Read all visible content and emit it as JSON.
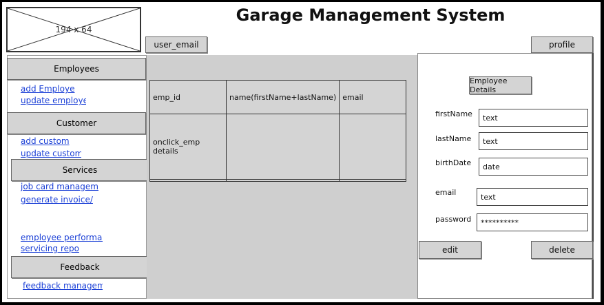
{
  "app": {
    "title": "Garage Management System",
    "logo_placeholder": "194 x 64"
  },
  "header": {
    "user_email": "user_email",
    "profile": "profile"
  },
  "sidebar": {
    "employees": {
      "label": "Employees",
      "links": [
        "add Employe",
        "update employe"
      ]
    },
    "customer": {
      "label": "Customer",
      "links": [
        "add custom",
        "update custom"
      ]
    },
    "services": {
      "label": "Services",
      "links": [
        "job card manageme",
        "generate invoice/",
        "employee performan",
        "servicing repo"
      ]
    },
    "feedback": {
      "label": "Feedback",
      "links": [
        "feedback managem"
      ]
    }
  },
  "table": {
    "headers": [
      "emp_id",
      "name(firstName+lastName)",
      "email"
    ],
    "row1": {
      "emp_id": "onclick_emp details"
    }
  },
  "details": {
    "title": "Employee Details",
    "first_name": {
      "label": "firstName",
      "value": "text"
    },
    "last_name": {
      "label": "lastName",
      "value": "text"
    },
    "birth_date": {
      "label": "birthDate",
      "value": "date"
    },
    "email": {
      "label": "email",
      "value": "text"
    },
    "password": {
      "label": "password",
      "value": "**********"
    },
    "edit": "edit",
    "delete": "delete"
  }
}
